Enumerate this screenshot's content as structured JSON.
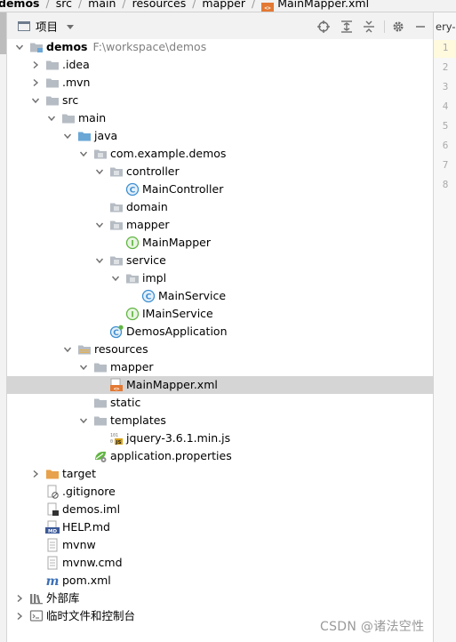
{
  "breadcrumb": {
    "items": [
      "demos",
      "src",
      "main",
      "resources",
      "mapper",
      "MainMapper.xml"
    ]
  },
  "toolbar": {
    "title": "项目",
    "buttons": [
      "crosshair-icon",
      "expand-all-icon",
      "collapse-all-icon",
      "gear-icon",
      "minimize-icon"
    ]
  },
  "tree": {
    "rows": [
      {
        "label": "demos",
        "path": "F:\\workspace\\demos",
        "icon": "module-folder",
        "depth": 0,
        "expanded": true
      },
      {
        "label": ".idea",
        "icon": "folder",
        "depth": 1,
        "expanded": false
      },
      {
        "label": ".mvn",
        "icon": "folder",
        "depth": 1,
        "expanded": false
      },
      {
        "label": "src",
        "icon": "folder",
        "depth": 1,
        "expanded": true
      },
      {
        "label": "main",
        "icon": "folder",
        "depth": 2,
        "expanded": true
      },
      {
        "label": "java",
        "icon": "source-folder",
        "depth": 3,
        "expanded": true
      },
      {
        "label": "com.example.demos",
        "icon": "package",
        "depth": 4,
        "expanded": true
      },
      {
        "label": "controller",
        "icon": "package",
        "depth": 5,
        "expanded": true
      },
      {
        "label": "MainController",
        "icon": "class",
        "depth": 6
      },
      {
        "label": "domain",
        "icon": "package",
        "depth": 5
      },
      {
        "label": "mapper",
        "icon": "package",
        "depth": 5,
        "expanded": true
      },
      {
        "label": "MainMapper",
        "icon": "interface",
        "depth": 6
      },
      {
        "label": "service",
        "icon": "package",
        "depth": 5,
        "expanded": true
      },
      {
        "label": "impl",
        "icon": "package",
        "depth": 6,
        "expanded": true
      },
      {
        "label": "MainService",
        "icon": "class",
        "depth": 7
      },
      {
        "label": "IMainService",
        "icon": "interface",
        "depth": 6
      },
      {
        "label": "DemosApplication",
        "icon": "spring-class",
        "depth": 5
      },
      {
        "label": "resources",
        "icon": "resources-folder",
        "depth": 3,
        "expanded": true
      },
      {
        "label": "mapper",
        "icon": "folder",
        "depth": 4,
        "expanded": true
      },
      {
        "label": "MainMapper.xml",
        "icon": "xml-file",
        "depth": 5,
        "selected": true
      },
      {
        "label": "static",
        "icon": "folder",
        "depth": 4
      },
      {
        "label": "templates",
        "icon": "folder",
        "depth": 4,
        "expanded": true
      },
      {
        "label": "jquery-3.6.1.min.js",
        "icon": "js-file",
        "depth": 5
      },
      {
        "label": "application.properties",
        "icon": "properties-file",
        "depth": 4
      },
      {
        "label": "target",
        "icon": "excluded-folder",
        "depth": 1,
        "expanded": false
      },
      {
        "label": ".gitignore",
        "icon": "ignore-file",
        "depth": 1
      },
      {
        "label": "demos.iml",
        "icon": "iml-file",
        "depth": 1
      },
      {
        "label": "HELP.md",
        "icon": "md-file",
        "depth": 1
      },
      {
        "label": "mvnw",
        "icon": "text-file",
        "depth": 1
      },
      {
        "label": "mvnw.cmd",
        "icon": "text-file",
        "depth": 1
      },
      {
        "label": "pom.xml",
        "icon": "maven-file",
        "depth": 1
      },
      {
        "label": "外部库",
        "icon": "library",
        "depth": 0,
        "expanded": false
      },
      {
        "label": "临时文件和控制台",
        "icon": "scratches",
        "depth": 0,
        "expanded": false
      }
    ]
  },
  "editor": {
    "tab_label": "ery-3",
    "line_numbers": [
      "1",
      "2",
      "3",
      "4",
      "5",
      "6",
      "7",
      "8"
    ]
  },
  "watermark": "CSDN @诸法空性",
  "colors": {
    "folder": "#b6bcc4",
    "source_folder": "#6aa7d6",
    "class": "#3d8fd1",
    "interface": "#62b543",
    "excluded": "#e8a24b",
    "selection": "#d5d5d5"
  }
}
